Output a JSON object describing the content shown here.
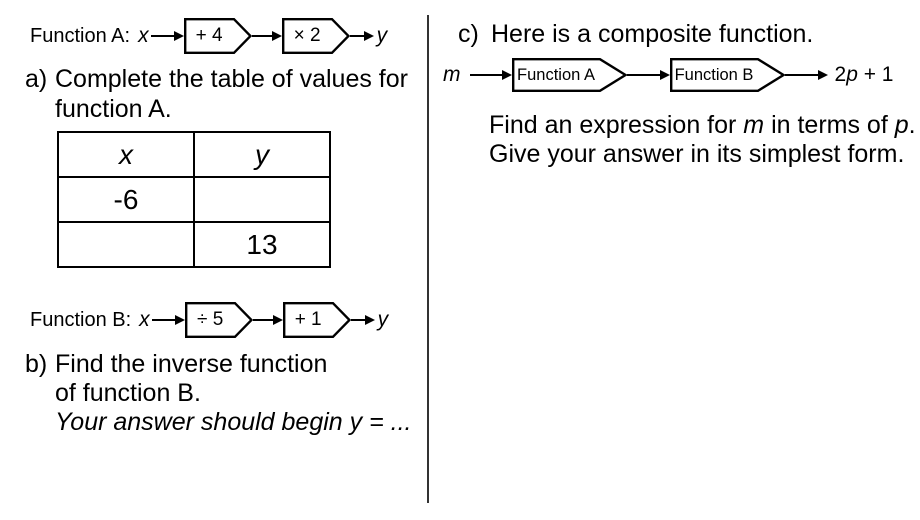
{
  "colors": {
    "ink": "#000000",
    "background": "#ffffff",
    "divider": "#333333"
  },
  "left": {
    "function_a": {
      "label": "Function A:",
      "input": "x",
      "boxes": [
        "+ 4",
        "× 2"
      ],
      "output": "y"
    },
    "part_a": {
      "marker": "a)",
      "line1": "Complete the table of values for",
      "line2": "function A."
    },
    "table": {
      "headers": [
        "x",
        "y"
      ],
      "rows": [
        [
          "-6",
          ""
        ],
        [
          "",
          "13"
        ]
      ]
    },
    "function_b": {
      "label": "Function B:",
      "input": "x",
      "boxes": [
        "÷ 5",
        "+ 1"
      ],
      "output": "y"
    },
    "part_b": {
      "marker": "b)",
      "line1": "Find the inverse function",
      "line2": "of function B.",
      "hint": "Your answer should begin y = ..."
    }
  },
  "right": {
    "part_c": {
      "marker": "c)",
      "heading": "Here is a composite function."
    },
    "composite": {
      "input": "m",
      "boxes": [
        "Function A",
        "Function B"
      ],
      "output": {
        "coefficient": "2",
        "variable": "p",
        "suffix": " + 1"
      }
    },
    "task": {
      "line1": {
        "pre": "Find an expression for ",
        "var1": "m",
        "mid": " in terms of ",
        "var2": "p",
        "post": "."
      },
      "line2": "Give your answer in its simplest form."
    }
  }
}
